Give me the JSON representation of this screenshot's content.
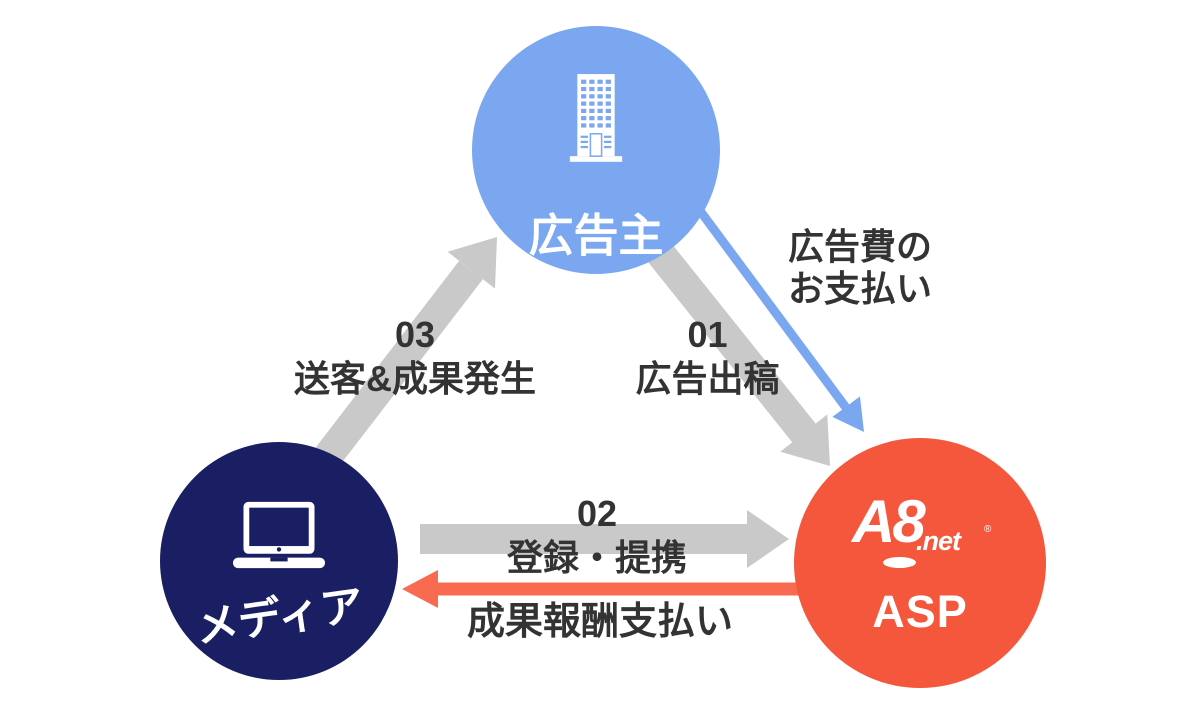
{
  "diagram": {
    "title": "affiliate-marketing-flow",
    "nodes": {
      "advertiser": {
        "label": "広告主",
        "icon": "building-icon",
        "color": "#7aa7f0"
      },
      "media": {
        "label": "メディア",
        "icon": "laptop-icon",
        "color": "#191f62"
      },
      "asp": {
        "label": "ASP",
        "logo_main": "A8",
        "logo_suffix": ".net",
        "logo_reg": "®",
        "color": "#f4573c"
      }
    },
    "edges": {
      "ad_placement": {
        "step": "01",
        "label": "広告出稿",
        "from": "advertiser",
        "to": "asp"
      },
      "registration": {
        "step": "02",
        "label": "登録・提携",
        "from": "media",
        "to": "asp"
      },
      "referral": {
        "step": "03",
        "label": "送客&成果発生",
        "from": "media",
        "to": "advertiser"
      },
      "ad_fee": {
        "line1": "広告費の",
        "line2": "お支払い",
        "from": "advertiser",
        "to": "asp"
      },
      "reward": {
        "label": "成果報酬支払い",
        "from": "asp",
        "to": "media"
      }
    },
    "colors": {
      "arrow_gray": "#c9c9c9",
      "arrow_blue": "#7aa7f0",
      "arrow_red": "#f86b51",
      "text_dark": "#333333",
      "icon_white": "#ffffff",
      "advertiser_blue": "#7aa7f0",
      "media_navy": "#191f62",
      "asp_red": "#f4573c"
    }
  }
}
